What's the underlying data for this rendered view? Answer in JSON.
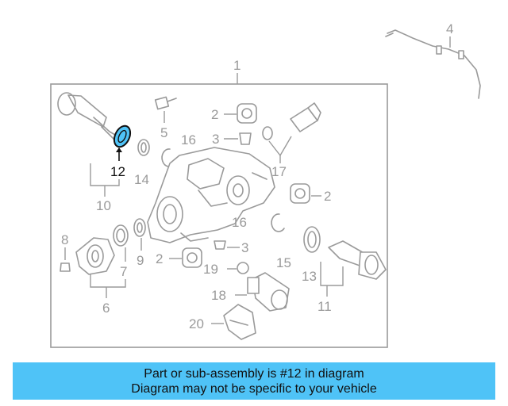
{
  "banner": {
    "line1": "Part or sub-assembly is #12 in diagram",
    "line2": "Diagram may not be specific to your vehicle",
    "bg_color": "#4fc3f7"
  },
  "highlight": {
    "part_number": "12",
    "color": "#4fc3f7"
  },
  "callouts": {
    "c1": "1",
    "c2a": "2",
    "c2b": "2",
    "c2c": "2",
    "c3a": "3",
    "c3b": "3",
    "c4": "4",
    "c5": "5",
    "c6": "6",
    "c7": "7",
    "c8": "8",
    "c9": "9",
    "c10": "10",
    "c11": "11",
    "c12": "12",
    "c13": "13",
    "c14": "14",
    "c15": "15",
    "c16a": "16",
    "c16b": "16",
    "c17": "17",
    "c18": "18",
    "c19": "19",
    "c20": "20"
  }
}
